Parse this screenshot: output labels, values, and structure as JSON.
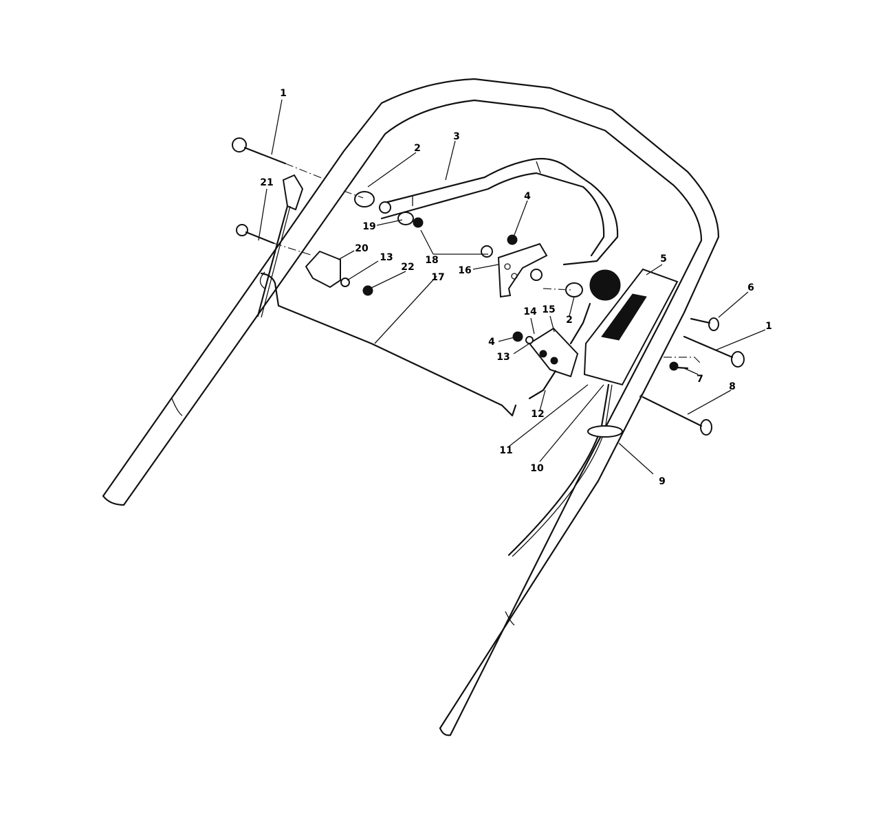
{
  "diagram": {
    "labels": [
      "1",
      "2",
      "3",
      "4",
      "5",
      "6",
      "1",
      "7",
      "8",
      "9",
      "10",
      "11",
      "12",
      "13",
      "4",
      "14",
      "15",
      "2",
      "16",
      "17",
      "18",
      "19",
      "13",
      "20",
      "21",
      "22"
    ]
  }
}
